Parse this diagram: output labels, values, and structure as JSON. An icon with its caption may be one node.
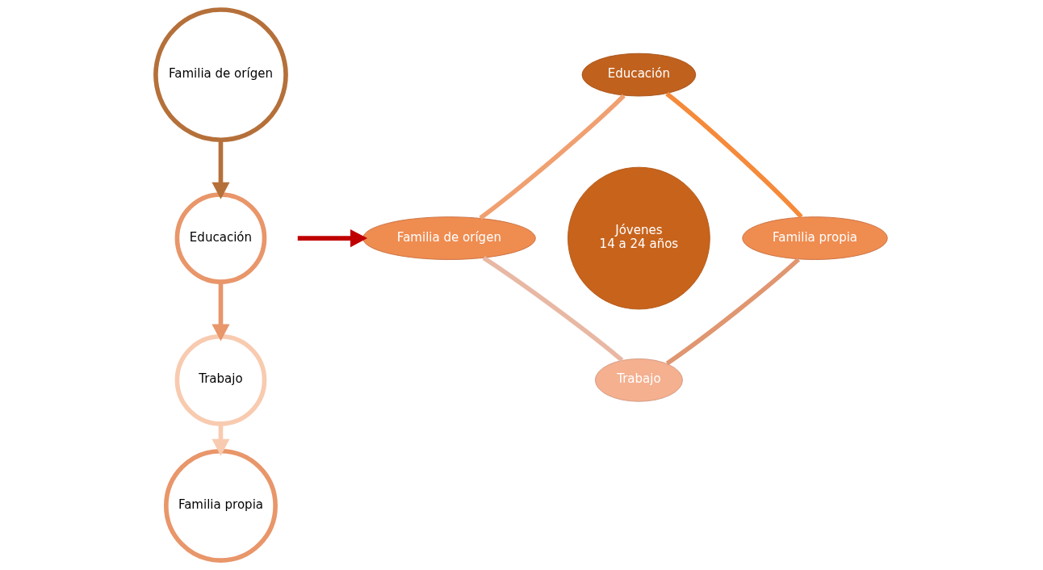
{
  "diagram": {
    "nodes": [
      {
        "text": [
          "Familia de orígen"
        ]
      },
      {
        "text": [
          "Educación"
        ]
      },
      {
        "text": [
          "Trabajo"
        ]
      },
      {
        "text": [
          "Familia propia"
        ]
      },
      {
        "text": [
          "Educación"
        ]
      },
      {
        "text": [
          "Familia de orígen"
        ]
      },
      {
        "text": [
          "Jóvenes",
          "14 a 24 años"
        ]
      },
      {
        "text": [
          "Familia propia"
        ]
      },
      {
        "text": [
          "Trabajo"
        ]
      }
    ],
    "edges": [
      {
        "from": 0,
        "to": 1,
        "arrow": "to",
        "color": "#b5703a"
      },
      {
        "from": 1,
        "to": 2,
        "arrow": "to",
        "color": "#e8966a"
      },
      {
        "from": 2,
        "to": 3,
        "arrow": "to",
        "color": "#f8cbb0"
      },
      {
        "from": null,
        "to": 5,
        "arrow": "to",
        "color": "#c00000"
      },
      {
        "from": 4,
        "to": 7,
        "arrow": "none",
        "color": "#f58a3a"
      },
      {
        "from": 7,
        "to": 8,
        "arrow": "none",
        "color": "#e09670"
      },
      {
        "from": 8,
        "to": 5,
        "arrow": "none",
        "color": "#e8b8a4"
      },
      {
        "from": 5,
        "to": 4,
        "arrow": "none",
        "color": "#f0a070"
      }
    ]
  }
}
